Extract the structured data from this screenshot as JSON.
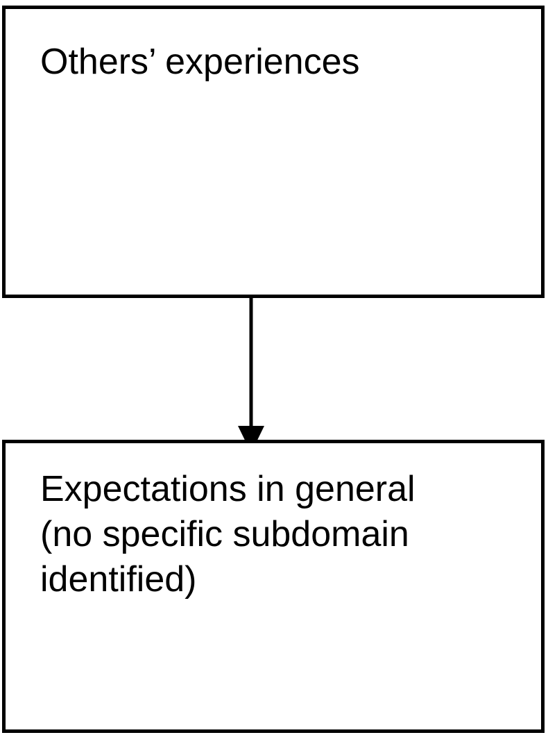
{
  "diagram": {
    "nodes": [
      {
        "id": "others-experiences",
        "label": "Others’ experiences"
      },
      {
        "id": "expectations-general",
        "label": "Expectations in general\n(no specific subdomain\nidentified)"
      }
    ],
    "edges": [
      {
        "from": "others-experiences",
        "to": "expectations-general",
        "directed": true
      }
    ]
  }
}
